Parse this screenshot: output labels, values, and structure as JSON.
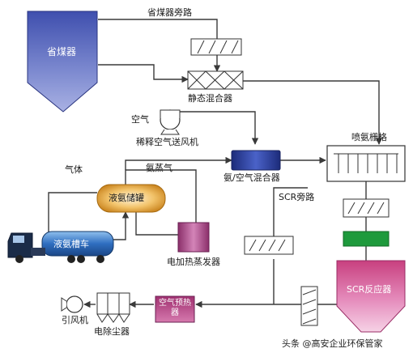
{
  "labels": {
    "economizer": "省煤器",
    "economizer_bypass": "省煤器旁路",
    "static_mixer": "静态混合器",
    "air": "空气",
    "dilution_fan": "稀释空气送风机",
    "ammonia_air_mixer": "氨/空气混合器",
    "aig": "喷氨栅格",
    "gas": "气体",
    "ammonia_vapor": "氨蒸气",
    "ammonia_tank": "液氨储罐",
    "tanker": "液氨槽车",
    "electric_vaporizer": "电加热蒸发器",
    "scr_bypass": "SCR旁路",
    "scr_reactor": "SCR反应器",
    "air_preheater": "空气预热器",
    "esp": "电除尘器",
    "id_fan": "引风机"
  },
  "watermark": "头条 @高安企业环保管家",
  "colors": {
    "line": "#3a3a3a",
    "economizer": "#5f6fc0",
    "mixer": "#2c3f9e",
    "tank": "#e0a033",
    "vaporizer": "#b04a8a",
    "reactor": "#d55a9a",
    "preheater": "#b03a78",
    "catalyst": "#1e9a3c",
    "tanker": "#2f6ec0"
  }
}
